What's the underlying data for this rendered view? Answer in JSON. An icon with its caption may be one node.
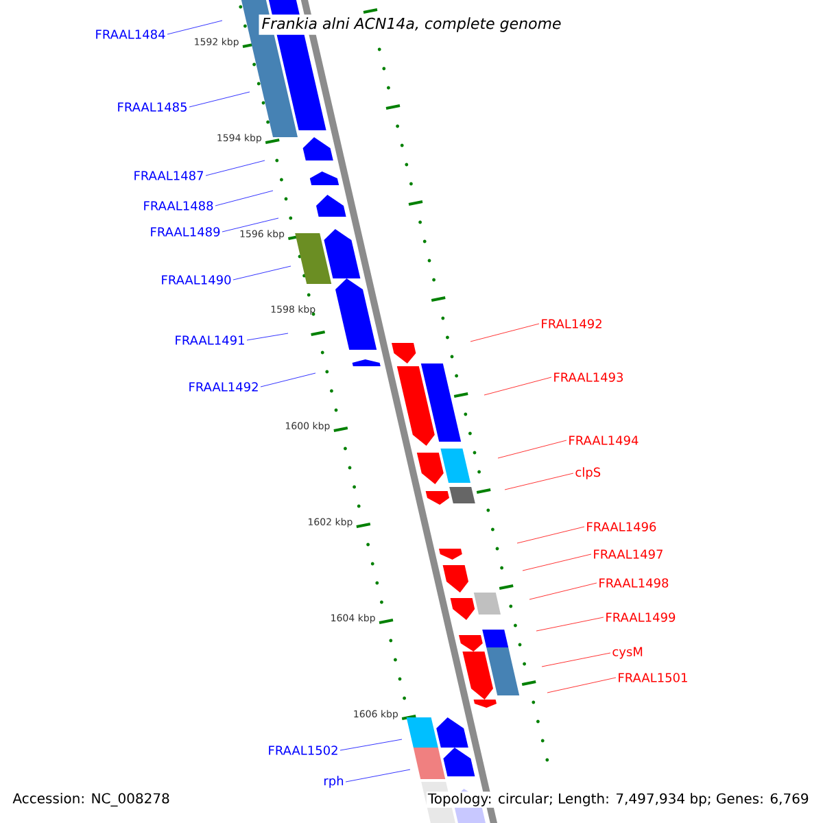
{
  "diagram": {
    "title": "Frankia alni ACN14a, complete genome",
    "nodes": [
      {
        "text": [
          "FRAAL1484"
        ]
      },
      {
        "text": [
          "FRAAL1485"
        ]
      },
      {
        "text": [
          "FRAAL1487"
        ]
      },
      {
        "text": [
          "FRAAL1488"
        ]
      },
      {
        "text": [
          "FRAAL1489"
        ]
      },
      {
        "text": [
          "FRAAL1490"
        ]
      },
      {
        "text": [
          "FRAAL1491"
        ]
      },
      {
        "text": [
          "FRAAL1492"
        ]
      },
      {
        "text": [
          "FRAL1492"
        ]
      },
      {
        "text": [
          "FRAAL1493"
        ]
      },
      {
        "text": [
          "FRAAL1494"
        ]
      },
      {
        "text": [
          "clpS"
        ]
      },
      {
        "text": [
          "FRAAL1496"
        ]
      },
      {
        "text": [
          "FRAAL1497"
        ]
      },
      {
        "text": [
          "FRAAL1498"
        ]
      },
      {
        "text": [
          "FRAAL1499"
        ]
      },
      {
        "text": [
          "cysM"
        ]
      },
      {
        "text": [
          "FRAAL1501"
        ]
      },
      {
        "text": [
          "FRAAL1502"
        ]
      },
      {
        "text": [
          "rph"
        ]
      }
    ],
    "edges": [
      {
        "from": 0,
        "to": null,
        "arrow": "none",
        "color": "#0000ff"
      },
      {
        "from": 1,
        "to": null,
        "arrow": "none",
        "color": "#0000ff"
      },
      {
        "from": 2,
        "to": null,
        "arrow": "none",
        "color": "#0000ff"
      },
      {
        "from": 3,
        "to": null,
        "arrow": "none",
        "color": "#0000ff"
      },
      {
        "from": 4,
        "to": null,
        "arrow": "none",
        "color": "#0000ff"
      },
      {
        "from": 5,
        "to": null,
        "arrow": "none",
        "color": "#0000ff"
      },
      {
        "from": 6,
        "to": null,
        "arrow": "none",
        "color": "#0000ff"
      },
      {
        "from": 7,
        "to": null,
        "arrow": "none",
        "color": "#0000ff"
      },
      {
        "from": 8,
        "to": null,
        "arrow": "none",
        "color": "#ff0000"
      },
      {
        "from": 9,
        "to": null,
        "arrow": "none",
        "color": "#ff0000"
      },
      {
        "from": 10,
        "to": null,
        "arrow": "none",
        "color": "#ff0000"
      },
      {
        "from": 11,
        "to": null,
        "arrow": "none",
        "color": "#ff0000"
      },
      {
        "from": 12,
        "to": null,
        "arrow": "none",
        "color": "#ff0000"
      },
      {
        "from": 13,
        "to": null,
        "arrow": "none",
        "color": "#ff0000"
      },
      {
        "from": 14,
        "to": null,
        "arrow": "none",
        "color": "#ff0000"
      },
      {
        "from": 15,
        "to": null,
        "arrow": "none",
        "color": "#ff0000"
      },
      {
        "from": 16,
        "to": null,
        "arrow": "none",
        "color": "#ff0000"
      },
      {
        "from": 17,
        "to": null,
        "arrow": "none",
        "color": "#ff0000"
      },
      {
        "from": 18,
        "to": null,
        "arrow": "none",
        "color": "#0000ff"
      },
      {
        "from": 19,
        "to": null,
        "arrow": "none",
        "color": "#0000ff"
      }
    ],
    "labels": [
      "1592 kbp",
      "1594 kbp",
      "1596 kbp",
      "1598 kbp",
      "1600 kbp",
      "1602 kbp",
      "1604 kbp",
      "1606 kbp",
      "Accession: NC_008278",
      "Topology: circular; Length: 7,497,934 bp; Genes: 6,769"
    ]
  }
}
